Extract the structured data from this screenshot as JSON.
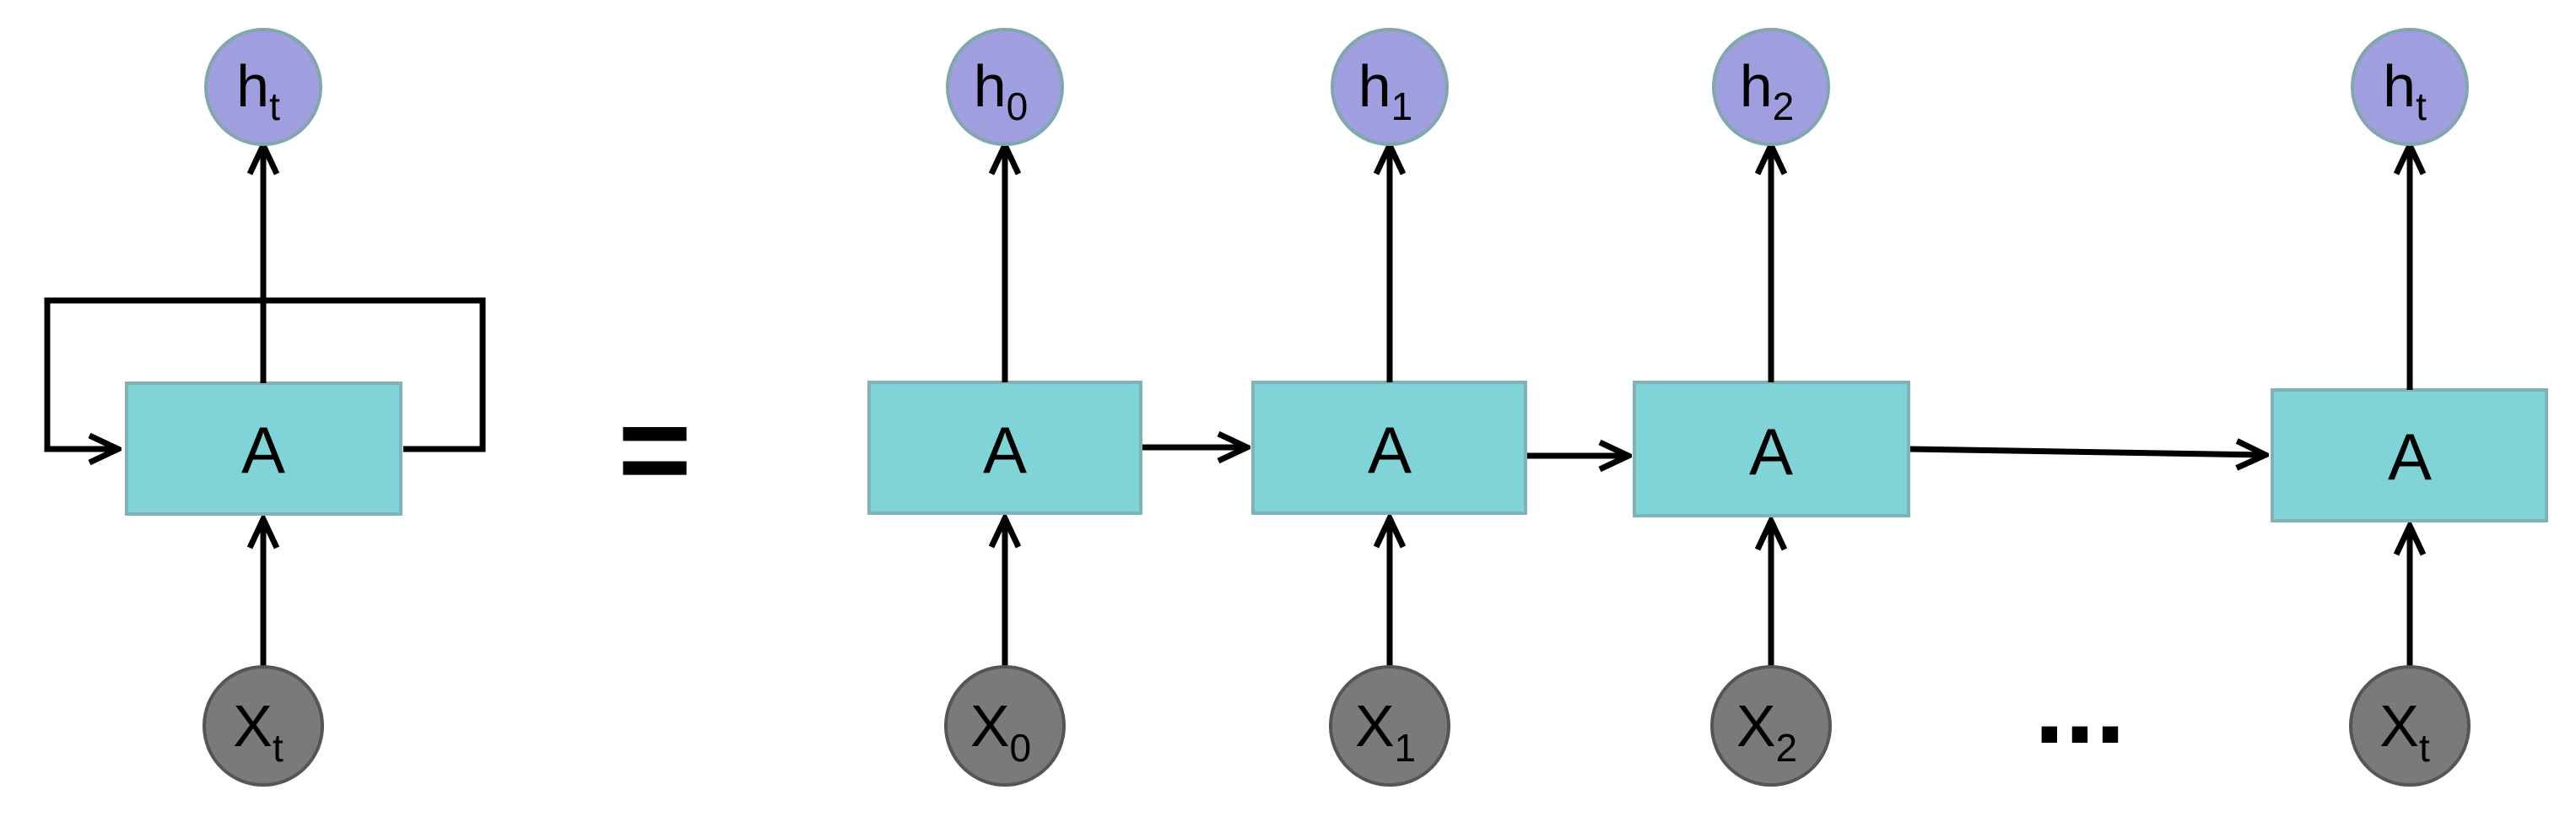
{
  "diagram": {
    "rolled": {
      "cell": "A",
      "output": {
        "base": "h",
        "sub": "t"
      },
      "input": {
        "base": "X",
        "sub": "t"
      }
    },
    "equals": "=",
    "unrolled": [
      {
        "cell": "A",
        "output": {
          "base": "h",
          "sub": "0"
        },
        "input": {
          "base": "X",
          "sub": "0"
        }
      },
      {
        "cell": "A",
        "output": {
          "base": "h",
          "sub": "1"
        },
        "input": {
          "base": "X",
          "sub": "1"
        }
      },
      {
        "cell": "A",
        "output": {
          "base": "h",
          "sub": "2"
        },
        "input": {
          "base": "X",
          "sub": "2"
        }
      },
      {
        "cell": "A",
        "output": {
          "base": "h",
          "sub": "t"
        },
        "input": {
          "base": "X",
          "sub": "t"
        }
      }
    ],
    "ellipsis": "..."
  },
  "colors": {
    "cell_fill": "#80d4d8",
    "output_node_fill": "#9f9fe0",
    "input_node_fill": "#7a7a7a"
  }
}
